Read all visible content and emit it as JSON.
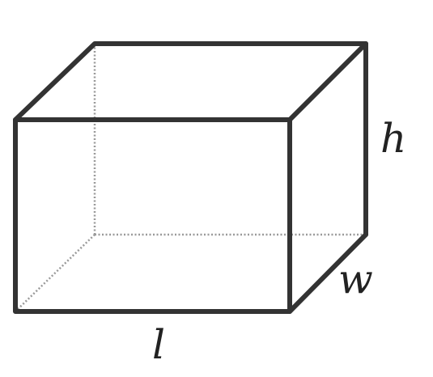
{
  "diagram": {
    "shape": "rectangular-prism",
    "labels": {
      "length": "l",
      "width": "w",
      "height": "h"
    },
    "colors": {
      "edge": "#333333",
      "hidden_edge": "#9a9a9a",
      "label": "#222222",
      "background": "#ffffff"
    }
  }
}
